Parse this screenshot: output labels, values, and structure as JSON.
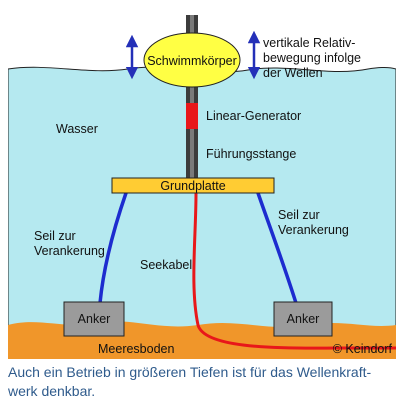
{
  "diagram": {
    "float_label": "Schwimmkörper",
    "motion_label": [
      "vertikale Relativ-",
      "bewegung infolge",
      "der Wellen"
    ],
    "generator_label": "Linear-Generator",
    "rod_label": "Führungsstange",
    "water_label": "Wasser",
    "base_plate_label": "Grundplatte",
    "rope_left_label": [
      "Seil zur",
      "Verankerung"
    ],
    "rope_right_label": [
      "Seil zur",
      "Verankerung"
    ],
    "cable_label": "Seekabel",
    "anchor_left_label": "Anker",
    "anchor_right_label": "Anker",
    "seabed_label": "Meeresboden",
    "copyright": "© Keindorf"
  },
  "caption": "Auch ein Betrieb in größeren Tiefen ist für das Wellenkraft-werk denkbar.",
  "colors": {
    "water": "#b5e9f0",
    "seabed": "#f0962a",
    "float": "#ffff44",
    "generator": "#e8171a",
    "base_plate": "#ffcc33",
    "rope": "#1d2ccf",
    "cable": "#e8171a",
    "anchor": "#9b9b9b",
    "arrow": "#2430b8",
    "caption_text": "#2f5b8c"
  }
}
